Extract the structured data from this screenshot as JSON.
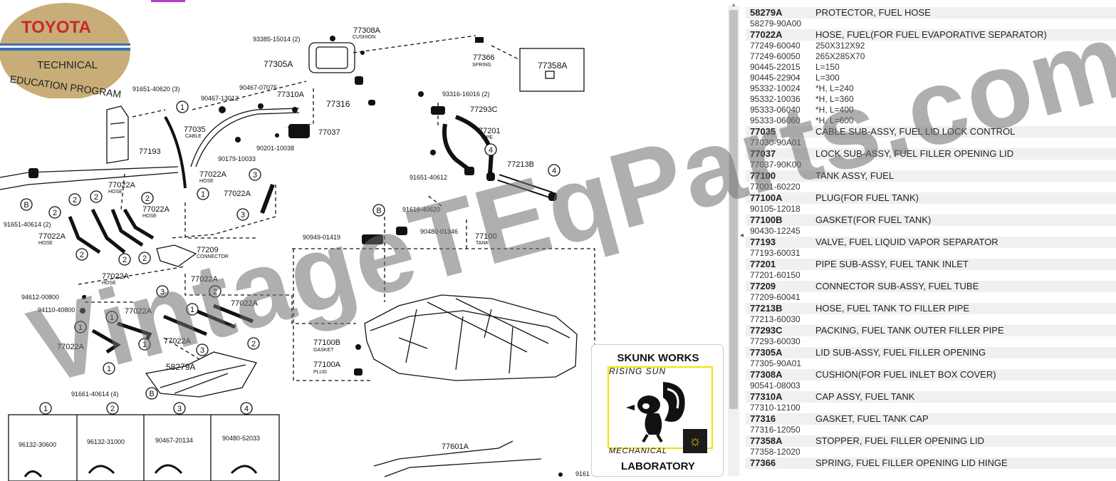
{
  "logo": {
    "brand": "TOYOTA",
    "line1": "TECHNICAL",
    "line2": "EDUCATION PROGRAM"
  },
  "watermark_text": "VintageTEqParts.com",
  "badge": {
    "top": "SKUNK WORKS",
    "rising": "RISING SUN",
    "mech": "MECHANICAL",
    "bottom": "LABORATORY"
  },
  "diagram": {
    "labels": {
      "l77308A": "77308A",
      "cushion": "CUSHION",
      "l93385": "93385-15014 (2)",
      "l77305A": "77305A",
      "l77366": "77366",
      "spring": "SPRING",
      "l77358A": "77358A",
      "l91651a": "91651-40620 (3)",
      "l90467a": "90467-07075",
      "l90467b": "90467-13012",
      "l77310A": "77310A",
      "l77316": "77316",
      "l93316": "93316-16016 (2)",
      "l77293C": "77293C",
      "l77035": "77035",
      "cable": "CABLE",
      "l77037": "77037",
      "l77201": "77201",
      "pipe": "PIPE",
      "l77193": "77193",
      "l90179": "90179-10033",
      "l90201": "90201-10038",
      "l77213B": "77213B",
      "l77022A": "77022A",
      "hose": "HOSE",
      "l91651b": "91651-40612",
      "l91651c": "91651-40614 (2)",
      "l91616": "91616-40620",
      "l90949": "90949-01419",
      "l90480a": "90480-01346",
      "l77100": "77100",
      "tank": "TANK",
      "l77209": "77209",
      "connector": "CONNECTOR",
      "l94612": "94612-00800",
      "l94110": "94110-40800",
      "l77100B": "77100B",
      "gasket": "GASKET",
      "l77100A": "77100A",
      "plug": "PLUG",
      "l58279A": "58279A",
      "l91661": "91661-40614 (4)",
      "l77601A": "77601A",
      "l9161x": "9161",
      "n1": "1",
      "n2": "2",
      "n3": "3",
      "n4": "4",
      "nB": "B",
      "t1": "96132-30600",
      "t2": "96132-31000",
      "t3": "90467-20134",
      "t4": "90480-52033"
    }
  },
  "parts": [
    {
      "code": "58279A",
      "name": "PROTECTOR, FUEL HOSE",
      "subs": [
        [
          "58279-90A00",
          ""
        ]
      ]
    },
    {
      "code": "77022A",
      "name": "HOSE, FUEL(FOR FUEL EVAPORATIVE SEPARATOR)",
      "subs": [
        [
          "77249-60040",
          "250X312X92"
        ],
        [
          "77249-60050",
          "265X285X70"
        ],
        [
          "90445-22015",
          "L=150"
        ],
        [
          "90445-22904",
          "L=300"
        ],
        [
          "95332-10024",
          "*H, L=240"
        ],
        [
          "95332-10036",
          "*H, L=360"
        ],
        [
          "95333-06040",
          "*H, L=400"
        ],
        [
          "95333-06060",
          "*H, L=600"
        ]
      ]
    },
    {
      "code": "77035",
      "name": "CABLE SUB-ASSY, FUEL LID LOCK CONTROL",
      "subs": [
        [
          "77030-90A01",
          ""
        ]
      ]
    },
    {
      "code": "77037",
      "name": "LOCK SUB-ASSY, FUEL FILLER OPENING LID",
      "subs": [
        [
          "77037-90K00",
          ""
        ]
      ]
    },
    {
      "code": "77100",
      "name": "TANK ASSY, FUEL",
      "subs": [
        [
          "77001-60220",
          ""
        ]
      ]
    },
    {
      "code": "77100A",
      "name": "PLUG(FOR FUEL TANK)",
      "subs": [
        [
          "90105-12018",
          ""
        ]
      ]
    },
    {
      "code": "77100B",
      "name": "GASKET(FOR FUEL TANK)",
      "subs": [
        [
          "90430-12245",
          ""
        ]
      ]
    },
    {
      "code": "77193",
      "name": "VALVE, FUEL LIQUID VAPOR SEPARATOR",
      "subs": [
        [
          "77193-60031",
          ""
        ]
      ]
    },
    {
      "code": "77201",
      "name": "PIPE SUB-ASSY, FUEL TANK INLET",
      "subs": [
        [
          "77201-60150",
          ""
        ]
      ]
    },
    {
      "code": "77209",
      "name": "CONNECTOR SUB-ASSY, FUEL TUBE",
      "subs": [
        [
          "77209-60041",
          ""
        ]
      ]
    },
    {
      "code": "77213B",
      "name": "HOSE, FUEL TANK TO FILLER PIPE",
      "subs": [
        [
          "77213-60030",
          ""
        ]
      ]
    },
    {
      "code": "77293C",
      "name": "PACKING, FUEL TANK OUTER FILLER PIPE",
      "subs": [
        [
          "77293-60030",
          ""
        ]
      ]
    },
    {
      "code": "77305A",
      "name": "LID SUB-ASSY, FUEL FILLER OPENING",
      "subs": [
        [
          "77305-90A01",
          ""
        ]
      ]
    },
    {
      "code": "77308A",
      "name": "CUSHION(FOR FUEL INLET BOX COVER)",
      "subs": [
        [
          "90541-08003",
          ""
        ]
      ]
    },
    {
      "code": "77310A",
      "name": "CAP ASSY, FUEL TANK",
      "subs": [
        [
          "77310-12100",
          ""
        ]
      ]
    },
    {
      "code": "77316",
      "name": "GASKET, FUEL TANK CAP",
      "subs": [
        [
          "77316-12050",
          ""
        ]
      ]
    },
    {
      "code": "77358A",
      "name": "STOPPER, FUEL FILLER OPENING LID",
      "subs": [
        [
          "77358-12020",
          ""
        ]
      ]
    },
    {
      "code": "77366",
      "name": "SPRING, FUEL FILLER OPENING LID HINGE",
      "subs": []
    }
  ]
}
